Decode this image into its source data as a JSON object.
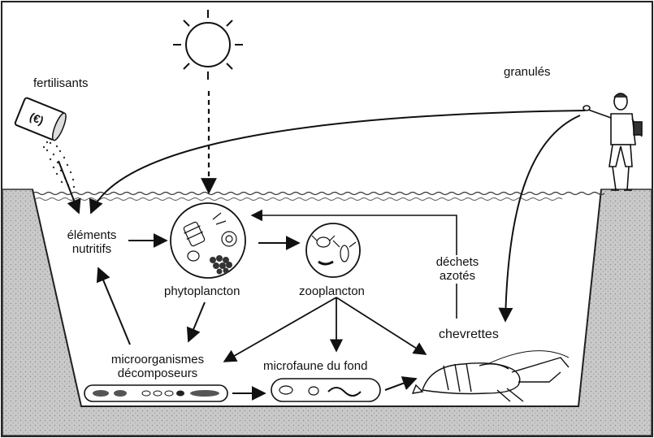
{
  "diagram": {
    "labels": {
      "fertilisants": "fertilisants",
      "granules": "granulés",
      "elements_line1": "éléments",
      "elements_line2": "nutritifs",
      "phytoplancton": "phytoplancton",
      "zooplancton": "zooplancton",
      "dechets_line1": "déchets",
      "dechets_line2": "azotés",
      "chevrettes": "chevrettes",
      "micro_line1": "microorganismes",
      "micro_line2": "décomposeurs",
      "microfaune": "microfaune du fond"
    },
    "can_text": "(€)",
    "colors": {
      "ink": "#111111",
      "soil": "#c8c8c8",
      "water": "#ffffff",
      "sky": "#ffffff"
    }
  }
}
